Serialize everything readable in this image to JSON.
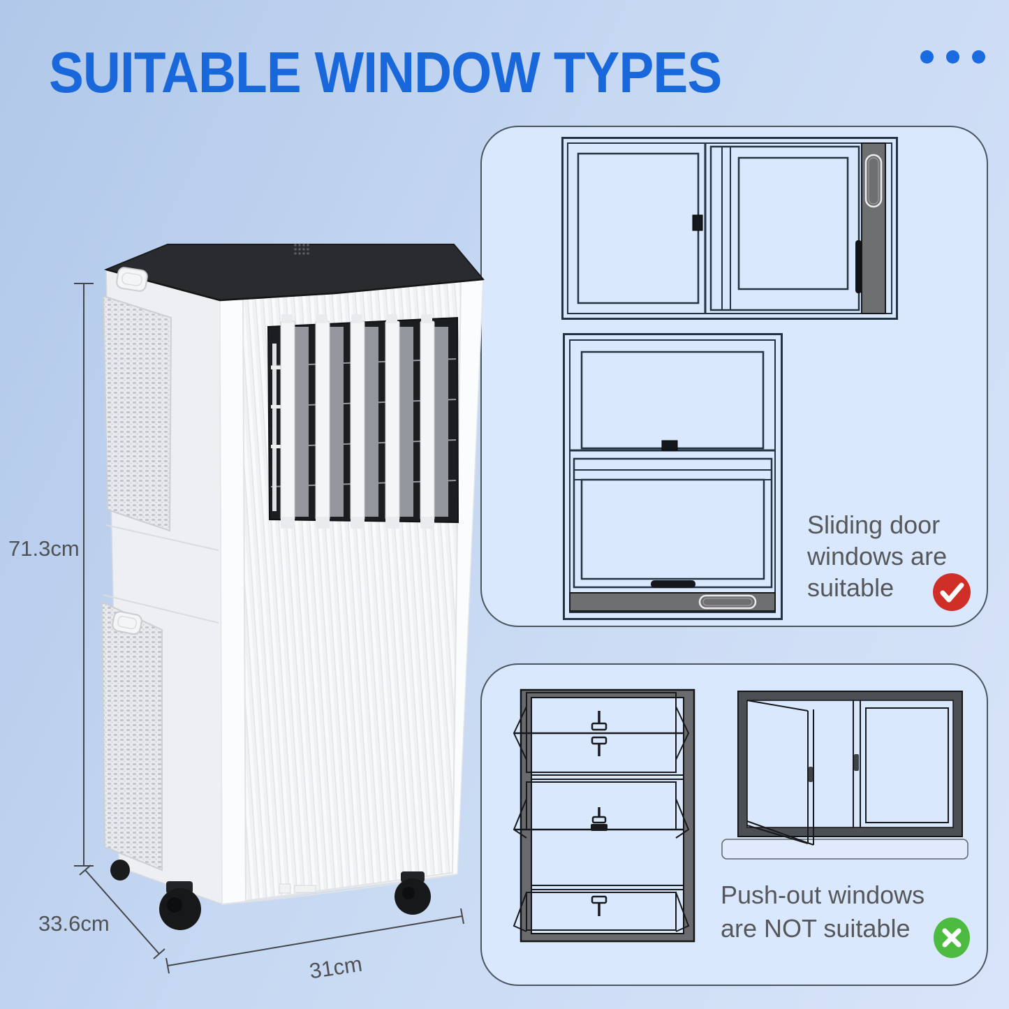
{
  "header": {
    "title": "SUITABLE WINDOW TYPES",
    "ellipsis_icon": "three-dots"
  },
  "colors": {
    "title_blue": "#1968db",
    "dots_blue": "#1a6be0",
    "body_text_gray": "#56575a",
    "card_background": "#d9e8fd",
    "card_border": "#4b555f",
    "check_badge_red": "#d02f28",
    "cross_badge_green": "#4cbb40"
  },
  "product": {
    "name": "portable-air-conditioner",
    "dimension_labels": {
      "height": "71.3cm",
      "depth": "33.6cm",
      "width": "31cm"
    }
  },
  "cards": [
    {
      "id": "suitable",
      "caption_lines": [
        "Sliding door",
        "windows are",
        "suitable"
      ],
      "verdict_icon": "check",
      "window_types": [
        "horizontal-sliding-window",
        "vertical-sliding-window"
      ]
    },
    {
      "id": "not-suitable",
      "caption_lines": [
        "Push-out windows",
        "are NOT suitable"
      ],
      "verdict_icon": "cross",
      "window_types": [
        "push-out-awning-window",
        "casement-window"
      ]
    }
  ]
}
